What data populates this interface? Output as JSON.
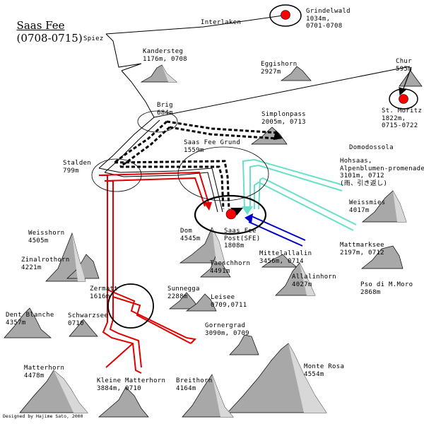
{
  "title": {
    "main": "Saas Fee",
    "period": "(0708-0715)"
  },
  "credit": "Designed by Hajime Sato, 2000",
  "places": {
    "grindelwald": [
      "Grindelwald",
      "1034m,",
      "0701-0708"
    ],
    "interlaken": [
      "Interlaken"
    ],
    "spiez": [
      "Spiez"
    ],
    "kandersteg": [
      "Kandersteg",
      "1176m, 0708"
    ],
    "eggishorn": [
      "Eggishorn",
      "2927m"
    ],
    "chur": [
      "Chur",
      "595m"
    ],
    "st_moritz": [
      "St. Moritz",
      "1822m,",
      "0715-0722"
    ],
    "brig": [
      "Brig",
      "684m"
    ],
    "simplonpass": [
      "Simplonpass",
      "2005m, 0713"
    ],
    "domodossola": [
      "Domodossola"
    ],
    "hohsaas": [
      "Hohsaas,",
      "Alpenblumen-promenade",
      "3101m, 0712",
      "(雨、引き返し)"
    ],
    "saas_fee_grund": [
      "Saas Fee Grund",
      "1559m"
    ],
    "stalden": [
      "Stalden",
      "799m"
    ],
    "weissmies": [
      "Weissmies",
      "4017m"
    ],
    "weisshorn": [
      "Weisshorn",
      "4505m"
    ],
    "zinalrothorn": [
      "Zinalrothorn",
      "4221m"
    ],
    "dom": [
      "Dom",
      "4545m"
    ],
    "saas_fee": [
      "Saas Fee",
      "Post(SFE)",
      "1808m"
    ],
    "mattmarksee": [
      "Mattmarksee",
      "2197m, 0712"
    ],
    "mittelallalin": [
      "Mittelallalin",
      "3456m, 0714"
    ],
    "taeschhorn": [
      "Taeschhorn",
      "4491m"
    ],
    "allalinhorn": [
      "Allalinhorn",
      "4027m"
    ],
    "pso_di_m_moro": [
      "Pso di M.Moro",
      "2868m"
    ],
    "zermatt": [
      "Zermatt",
      "1616m"
    ],
    "sunnegga": [
      "Sunnegga",
      "2288m"
    ],
    "leisee": [
      "Leisee",
      "0709,0711"
    ],
    "dent_blanche": [
      "Dent Blanche",
      "4357m"
    ],
    "schwarzsee": [
      "Schwarzsee",
      "0710"
    ],
    "gornergrad": [
      "Gornergrad",
      "3090m, 0709"
    ],
    "matterhorn": [
      "Matterhorn",
      "4478m"
    ],
    "kleine_matterhorn": [
      "Kleine Matterhorn",
      "3884m, 0710"
    ],
    "breithorn": [
      "Breithorn",
      "4164m"
    ],
    "monte_rosa": [
      "Monte Rosa",
      "4554m"
    ]
  },
  "colors": {
    "rail": "#000000",
    "dotted_route": "#000000",
    "red_route": "#e00000",
    "cyan_route": "#66e0c8",
    "blue_route": "#0000cc",
    "marker": "#ff0000",
    "mountain": "#a8a8a8",
    "mountain_shadow": "#d8d8d8"
  },
  "icons": [
    "red-circle-marker",
    "mountain-peak-icon"
  ]
}
